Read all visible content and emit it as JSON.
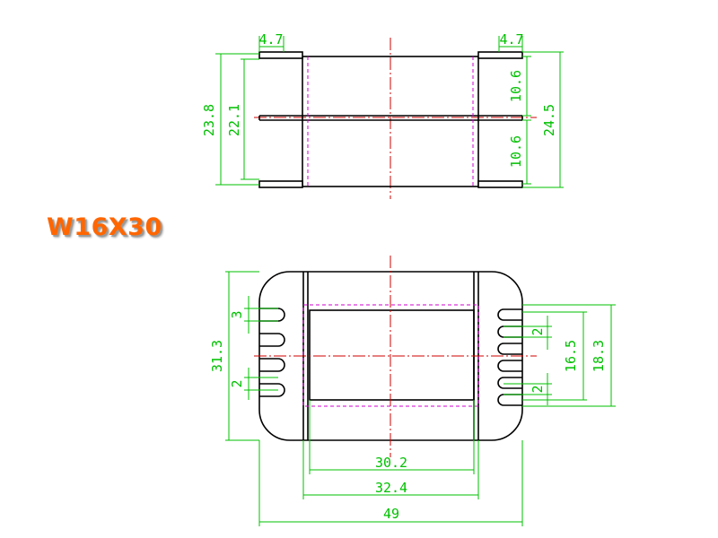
{
  "title": "W16X30",
  "colors": {
    "background": "#ffffff",
    "outline": "#000000",
    "dimension": "#00c000",
    "centerline": "#d00000",
    "hidden_line": "#d000d0",
    "title": "#ff6600"
  },
  "top_view": {
    "dims": {
      "flange_left": "4.7",
      "flange_right": "4.7",
      "overall_height": "23.8",
      "inner_height": "22.1",
      "upper_right": "10.6",
      "lower_right": "10.6",
      "right_height": "24.5"
    }
  },
  "front_view": {
    "dims": {
      "overall_height": "31.3",
      "slot_pitch_top": "3",
      "slot_width_bottom": "2",
      "slot_width_right_top": "2",
      "slot_width_right_bottom": "2",
      "right_inner": "16.5",
      "right_outer": "18.3",
      "inner_width": "30.2",
      "mid_width": "32.4",
      "overall_width": "49"
    }
  }
}
